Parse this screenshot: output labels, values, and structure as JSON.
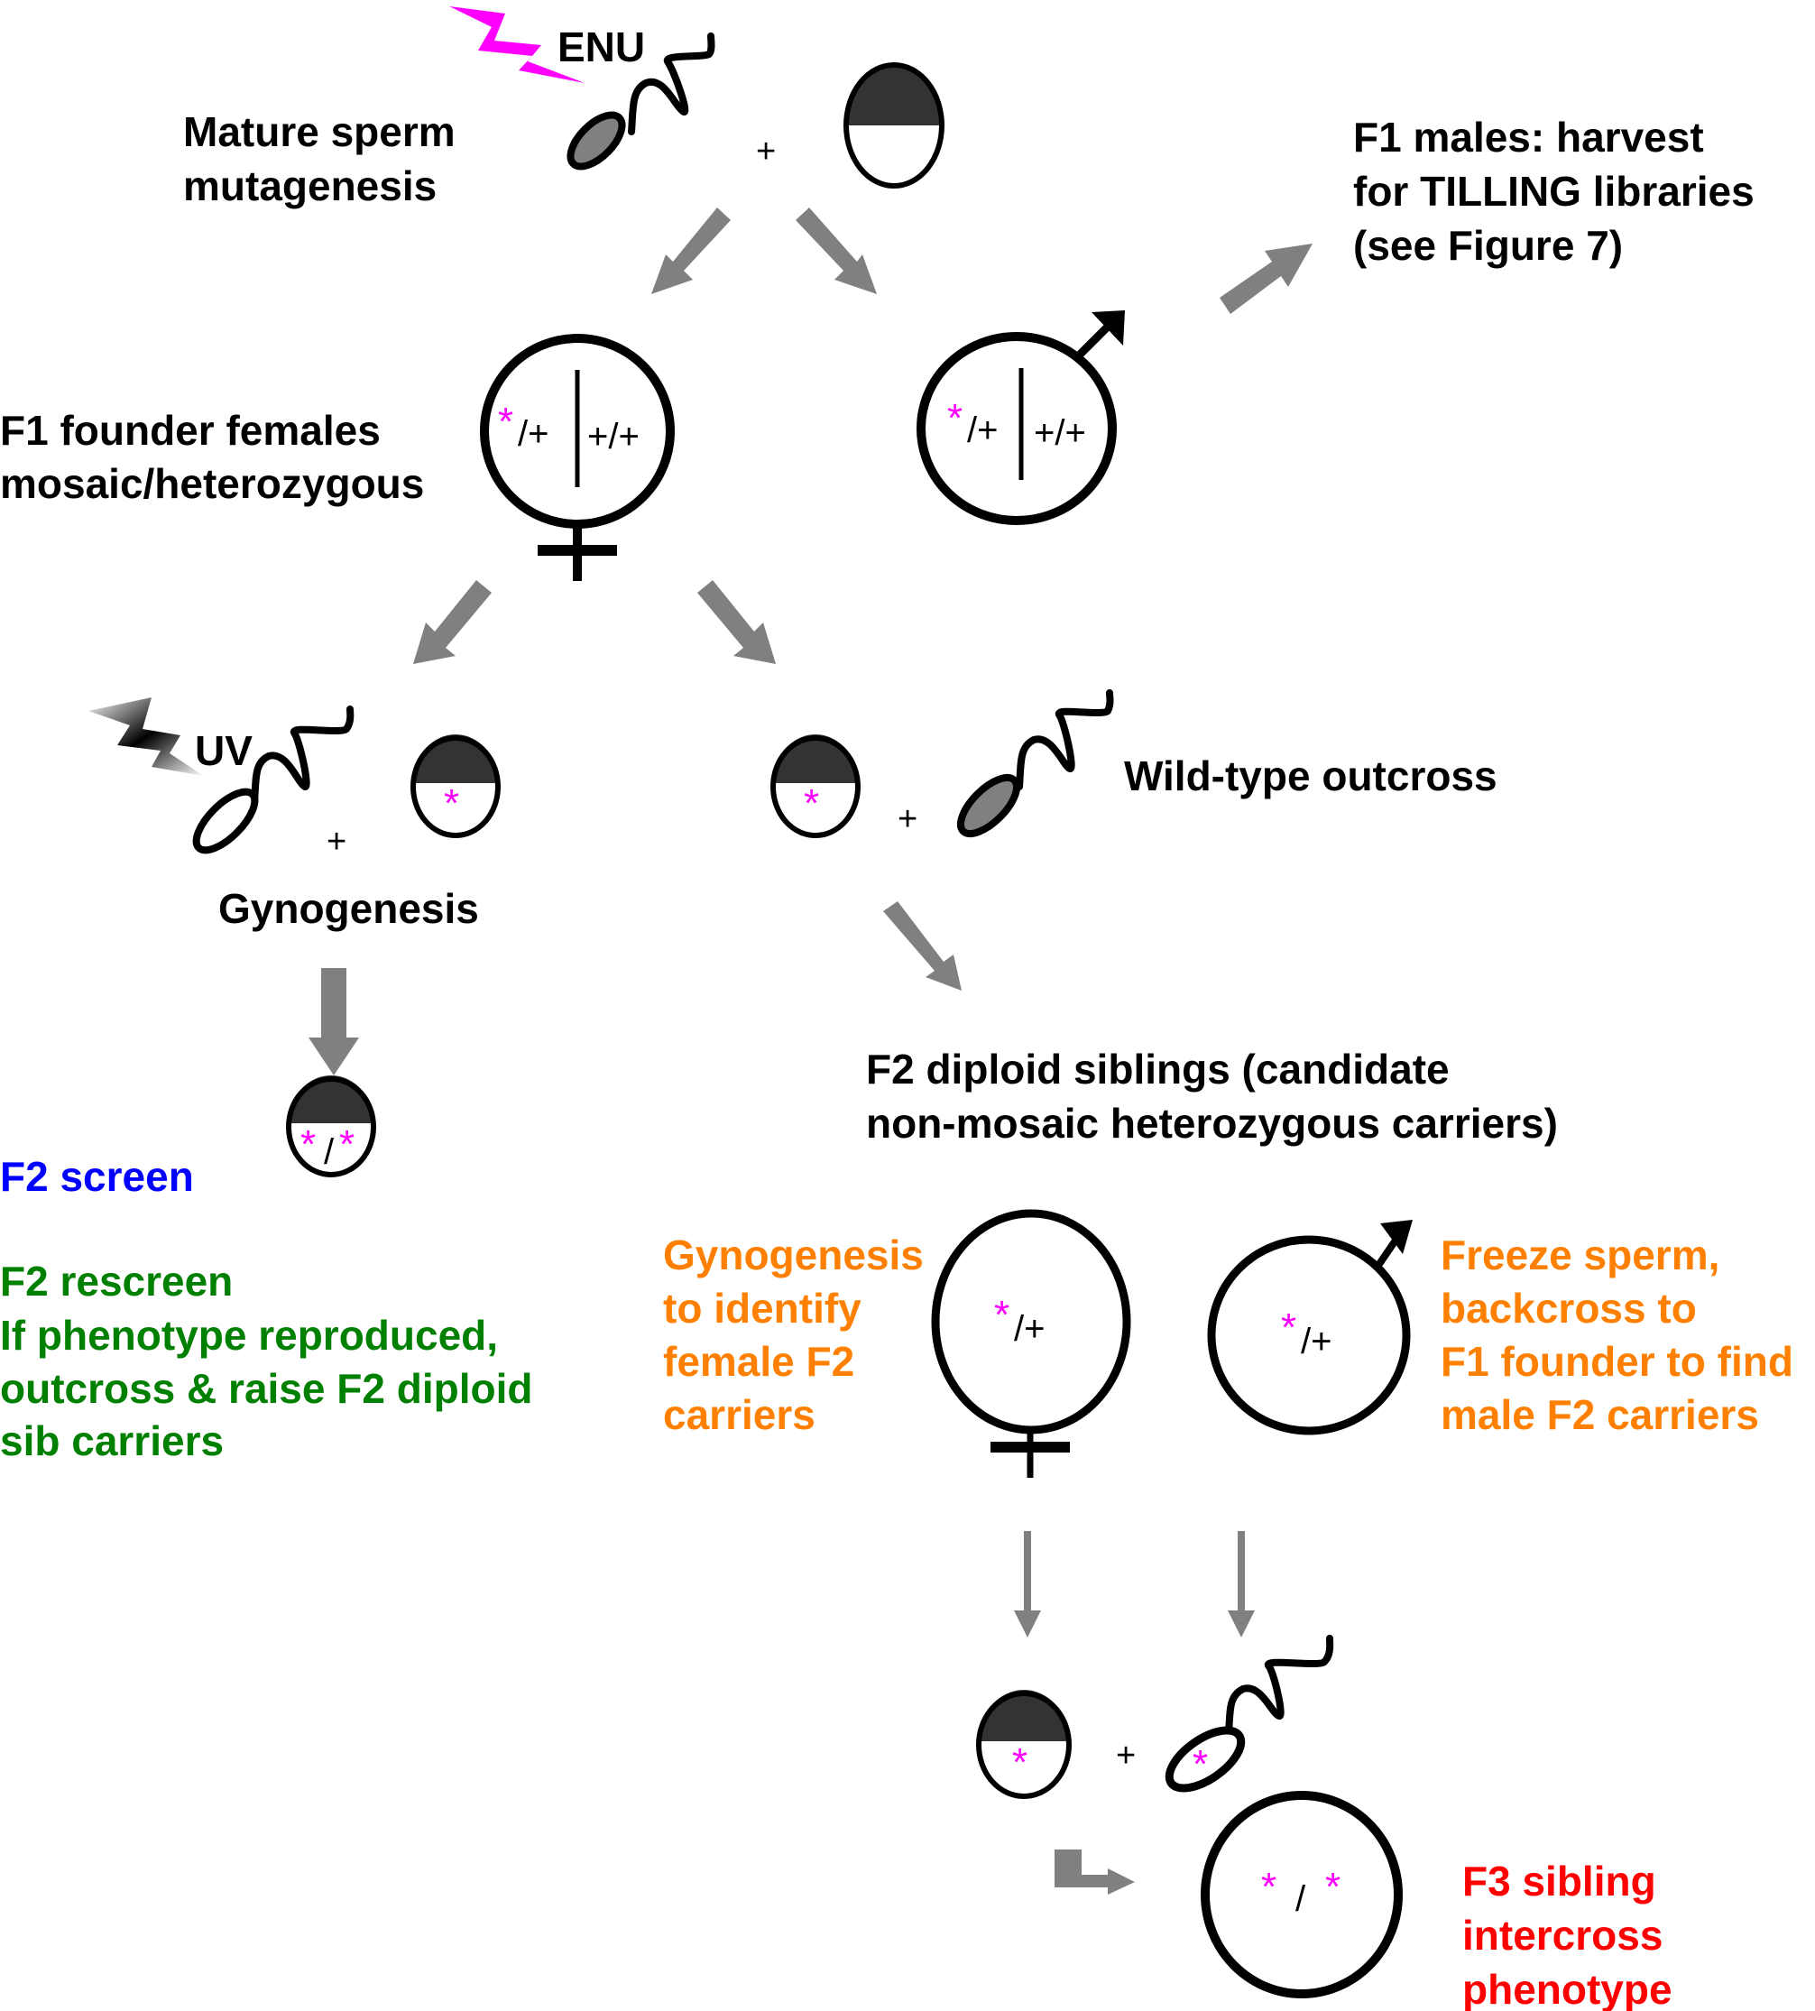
{
  "colors": {
    "mutation": "#ff00ff",
    "arrow": "#808080",
    "f2_screen": "#0000ff",
    "f2_rescreen": "#008000",
    "carrier_id": "#ff8000",
    "f3": "#ff0000",
    "egg_animal_pole": "#333333",
    "sperm_head": "#808080"
  },
  "top": {
    "enu_label": "ENU",
    "mature_sperm_lines": [
      "Mature sperm",
      "mutagenesis"
    ],
    "plus": "+",
    "f1_males_lines": [
      "F1 males:  harvest",
      "for TILLING libraries",
      "(see Figure 7)"
    ]
  },
  "f1": {
    "label_lines": [
      "F1 founder females",
      "mosaic/heterozygous"
    ],
    "female": {
      "star": "*",
      "left_genotype": "/+",
      "right_genotype": "+/+"
    },
    "male": {
      "star": "*",
      "left_genotype": "/+",
      "right_genotype": "+/+"
    }
  },
  "gyno": {
    "uv_label": "UV",
    "plus": "+",
    "egg_star": "*",
    "label": "Gynogenesis"
  },
  "outcross": {
    "egg_star": "*",
    "plus": "+",
    "label": "Wild-type outcross"
  },
  "f2_screen": {
    "label": "F2 screen",
    "egg_genotype": {
      "star1": "*",
      "slash": "/",
      "star2": "*"
    },
    "rescreen_lines": [
      "F2 rescreen",
      "If phenotype reproduced,",
      "outcross & raise F2 diploid",
      "sib carriers"
    ]
  },
  "f2_siblings": {
    "label_lines": [
      "F2 diploid siblings (candidate",
      "non-mosaic heterozygous carriers)"
    ],
    "female_note_lines": [
      "Gynogenesis",
      "to identify",
      "female F2",
      "carriers"
    ],
    "female_genotype": {
      "star": "*",
      "rest": "/+"
    },
    "male_genotype": {
      "star": "*",
      "rest": "/+"
    },
    "male_note_lines": [
      "Freeze sperm,",
      "backcross to",
      "F1 founder to find",
      "male F2 carriers"
    ]
  },
  "f3": {
    "egg_star": "*",
    "plus": "+",
    "sperm_star": "*",
    "genotype": {
      "star1": "*",
      "slash": "/",
      "star2": "*"
    },
    "label_lines": [
      "F3 sibling",
      "intercross",
      "phenotype"
    ]
  }
}
